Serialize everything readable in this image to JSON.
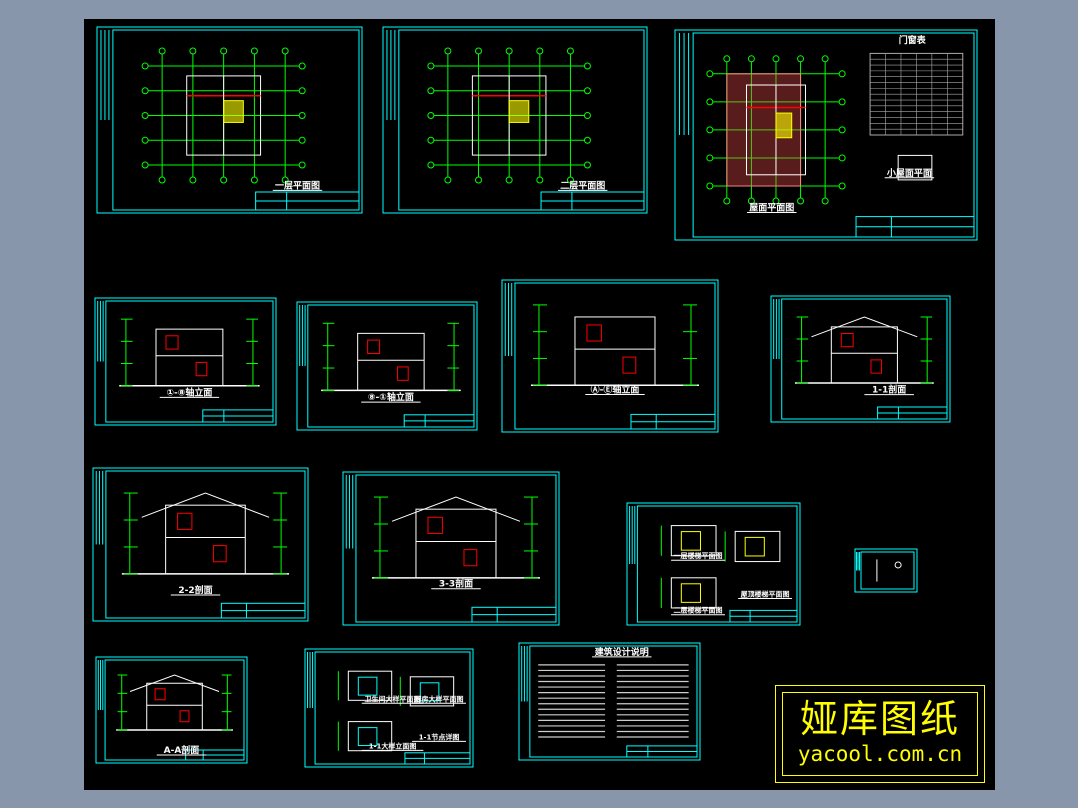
{
  "colors": {
    "background": "#8796ab",
    "canvas": "#000000",
    "frame": "#00ffff",
    "grid": "#00ff00",
    "wall": "#ffffff",
    "accent": "#ff0000",
    "stair": "#ffff00",
    "watermark": "#ffff00"
  },
  "sheets": [
    {
      "id": "floor1",
      "titles": [
        "一层平面图"
      ]
    },
    {
      "id": "floor2",
      "titles": [
        "二层平面图"
      ]
    },
    {
      "id": "roof",
      "titles": [
        "屋面平面图",
        "小屋面平面",
        "门窗表"
      ]
    },
    {
      "id": "elev1",
      "titles": [
        "①-⑧轴立面"
      ]
    },
    {
      "id": "elev2",
      "titles": [
        "⑧-①轴立面"
      ]
    },
    {
      "id": "elev3",
      "titles": [
        "Ⓐ-Ⓔ轴立面"
      ]
    },
    {
      "id": "sec1",
      "titles": [
        "1-1剖面"
      ]
    },
    {
      "id": "sec2",
      "titles": [
        "2-2剖面"
      ]
    },
    {
      "id": "sec3",
      "titles": [
        "3-3剖面"
      ]
    },
    {
      "id": "stair",
      "titles": [
        "一层楼梯平面图",
        "二层楼梯平面图",
        "屋顶楼梯平面图"
      ]
    },
    {
      "id": "small",
      "titles": []
    },
    {
      "id": "secA",
      "titles": [
        "A-A剖面"
      ]
    },
    {
      "id": "detail",
      "titles": [
        "卫生间大样平面图",
        "厨房大样平面图",
        "1-1大样立面图",
        "1-1节点详图"
      ]
    },
    {
      "id": "notes",
      "titles": [
        "建筑设计说明"
      ]
    }
  ],
  "watermark": {
    "name": "娅库图纸",
    "url": "yacool.com.cn"
  }
}
